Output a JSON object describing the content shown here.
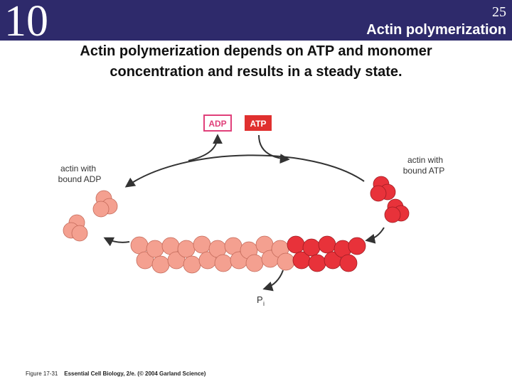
{
  "header": {
    "chapter_number": "10",
    "slide_number": "25",
    "title": "Actin polymerization"
  },
  "subtitle": {
    "line1": "Actin polymerization depends on ATP and monomer",
    "line2": "concentration and results in a steady state."
  },
  "diagram": {
    "adp_box": "ADP",
    "atp_box": "ATP",
    "left_label_line1": "actin with",
    "left_label_line2": "bound ADP",
    "right_label_line1": "actin with",
    "right_label_line2": "bound ATP",
    "phosphate_label": "P",
    "phosphate_subscript": "i",
    "colors": {
      "adp_actin": "#f4a090",
      "atp_actin": "#e8323a",
      "adp_box_border": "#e0407a",
      "atp_box_fill": "#e0302f",
      "header_band": "#2e2a6b"
    }
  },
  "caption": {
    "figure": "Figure 17-31",
    "source": "Essential Cell Biology, 2/e. (© 2004 Garland Science)"
  }
}
